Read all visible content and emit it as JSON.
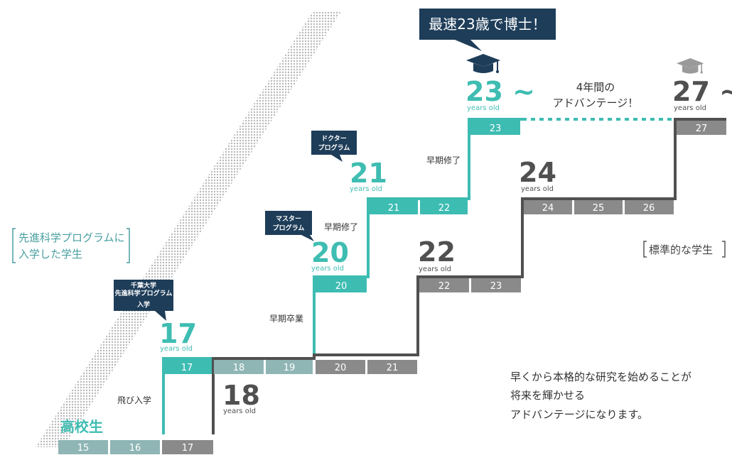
{
  "colors": {
    "teal": "#3dbcb2",
    "teal_text": "#3fbdb2",
    "gray": "#8a8a8a",
    "gray_light": "#a8a8a8",
    "dark": "#505050",
    "navy": "#1e3d59",
    "white": "#ffffff"
  },
  "headline_bubble": "最速23歳で博士！",
  "arrow_label": [
    "先進科学プログラムに",
    "入学した学生"
  ],
  "standard_label": "標準的な学生",
  "advantage_note": [
    "4年間の",
    "アドバンテージ！"
  ],
  "message": [
    "早くから本格的な研究を始めることが",
    "将来を輝かせる",
    "アドバンテージになります。"
  ],
  "high_school": "高校生",
  "callouts": {
    "entry": [
      "千葉大学",
      "先進科学プログラム",
      "入学"
    ],
    "master": [
      "マスター",
      "プログラム"
    ],
    "doctor": [
      "ドクター",
      "プログラム"
    ]
  },
  "step_notes": {
    "skip": "飛び入学",
    "early_grad": "早期卒業",
    "early_master": "早期修了",
    "early_doctor": "早期修了"
  },
  "ages": {
    "teal_17": "17",
    "teal_20": "20",
    "teal_21": "21",
    "teal_23": "23 ~",
    "gray_18": "18",
    "gray_22": "22",
    "gray_24": "24",
    "gray_27": "27 ~",
    "years_old": "years old"
  },
  "cells": {
    "base": [
      "15",
      "16"
    ],
    "base_gray": "17",
    "teal_path": [
      "17",
      "20",
      "21",
      "22",
      "23"
    ],
    "shared": [
      "18",
      "19"
    ],
    "gray_path": [
      "20",
      "21",
      "22",
      "23",
      "24",
      "25",
      "26",
      "27"
    ]
  },
  "icons": [
    "graduation-cap-icon"
  ]
}
